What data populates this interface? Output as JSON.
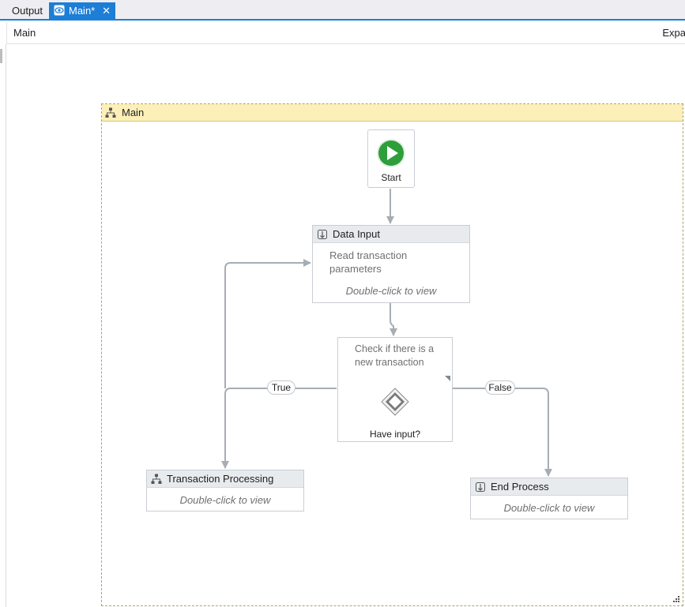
{
  "tabs": {
    "output": "Output",
    "main": "Main*",
    "close": "✕"
  },
  "breadcrumb": {
    "current": "Main",
    "expand": "Expa"
  },
  "flowchart": {
    "title": "Main",
    "start": {
      "label": "Start"
    },
    "data_input": {
      "title": "Data Input",
      "annotation": "Read transaction parameters",
      "hint": "Double-click to view"
    },
    "decision": {
      "annotation": "Check if there is a new transaction",
      "label": "Have input?",
      "true_label": "True",
      "false_label": "False"
    },
    "transaction_processing": {
      "title": "Transaction Processing",
      "hint": "Double-click to view"
    },
    "end_process": {
      "title": "End Process",
      "hint": "Double-click to view"
    }
  },
  "icons": {
    "tab_main": "eye-icon",
    "flowchart": "flowchart-icon",
    "sequence": "sequence-icon",
    "start": "play-icon",
    "decision": "diamond-icon"
  },
  "colors": {
    "accent": "#1c7ed6",
    "container_header": "#fcefb8",
    "start_green": "#2e9e3a",
    "connector": "#a7adb4"
  }
}
